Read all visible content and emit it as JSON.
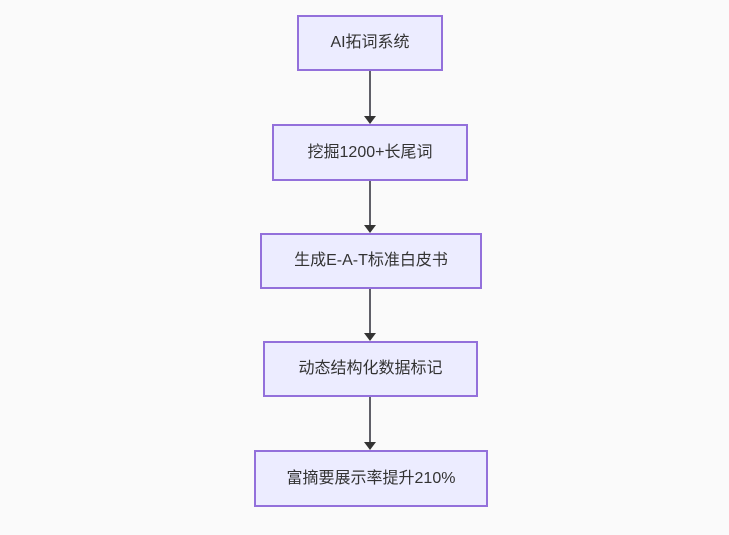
{
  "diagram": {
    "type": "flowchart",
    "direction": "top-down",
    "nodes": [
      {
        "id": "n1",
        "label": "AI拓词系统"
      },
      {
        "id": "n2",
        "label": "挖掘1200+长尾词"
      },
      {
        "id": "n3",
        "label": "生成E-A-T标准白皮书"
      },
      {
        "id": "n4",
        "label": "动态结构化数据标记"
      },
      {
        "id": "n5",
        "label": "富摘要展示率提升210%"
      }
    ],
    "edges": [
      {
        "from": "n1",
        "to": "n2"
      },
      {
        "from": "n2",
        "to": "n3"
      },
      {
        "from": "n3",
        "to": "n4"
      },
      {
        "from": "n4",
        "to": "n5"
      }
    ],
    "colors": {
      "background": "#fafafa",
      "node_fill": "#ececff",
      "node_border": "#9370db",
      "node_text": "#333333",
      "edge_line": "#5f5f68",
      "arrowhead": "#333333"
    }
  }
}
